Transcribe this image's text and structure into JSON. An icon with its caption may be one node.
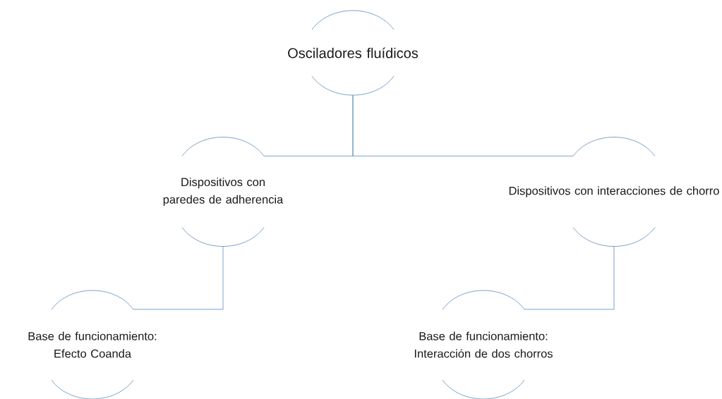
{
  "diagram": {
    "nodes": [
      {
        "text": [
          "Osciladores fluídicos"
        ]
      },
      {
        "text": [
          "Dispositivos con paredes de adherencia"
        ]
      },
      {
        "text": [
          "Dispositivos con interacciones de chorro"
        ]
      },
      {
        "text": [
          "Base de funcionamiento: Efecto Coanda"
        ]
      },
      {
        "text": [
          "Base de funcionamiento: Interacción de dos chorros"
        ]
      }
    ],
    "edges": [
      {
        "from": 0,
        "to": 1,
        "arrow": "none"
      },
      {
        "from": 0,
        "to": 2,
        "arrow": "none"
      },
      {
        "from": 1,
        "to": 3,
        "arrow": "none"
      },
      {
        "from": 2,
        "to": 4,
        "arrow": "none"
      }
    ]
  }
}
